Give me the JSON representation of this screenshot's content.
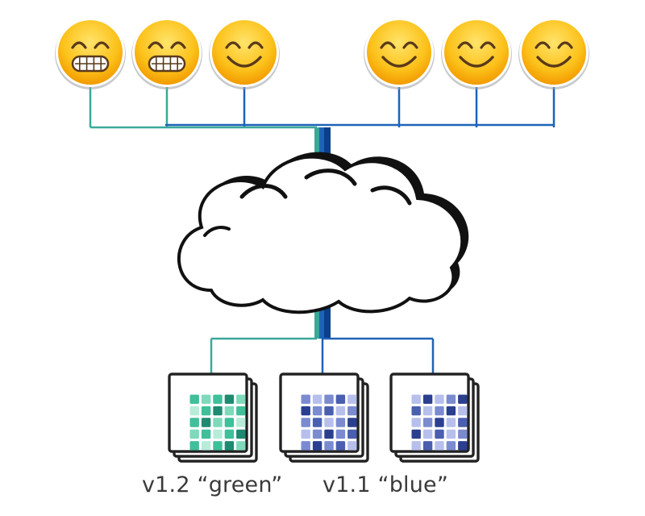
{
  "users": [
    {
      "expression": "grin",
      "route": "green"
    },
    {
      "expression": "grin",
      "route": "green"
    },
    {
      "expression": "smile",
      "route": "blue"
    },
    {
      "expression": "smile",
      "route": "blue"
    },
    {
      "expression": "smile",
      "route": "blue"
    },
    {
      "expression": "smile",
      "route": "blue"
    }
  ],
  "services": [
    {
      "version": "green",
      "stack": "green"
    },
    {
      "version": "blue",
      "stack": "blue"
    },
    {
      "version": "blue",
      "stack": "blue"
    }
  ],
  "labels": {
    "green": "v1.2 “green”",
    "blue": "v1.1 “blue”"
  },
  "colors": {
    "green": "#3aa89a",
    "blue": "#1e63b8",
    "blue_dark": "#0a3f8c",
    "emoji_face": "#fcc21b",
    "emoji_shadow": "#f29a00",
    "outline": "#111111",
    "green_tiles": [
      "#1f8a70",
      "#3fbf9a",
      "#7fd9bb",
      "#b7ecd9"
    ],
    "blue_tiles": [
      "#2a3f8f",
      "#4a5fb0",
      "#7b8bd0",
      "#b7c0ec"
    ]
  },
  "icons": {
    "user": "smiley-face-icon",
    "network": "cloud-icon",
    "service": "server-stack-icon"
  }
}
